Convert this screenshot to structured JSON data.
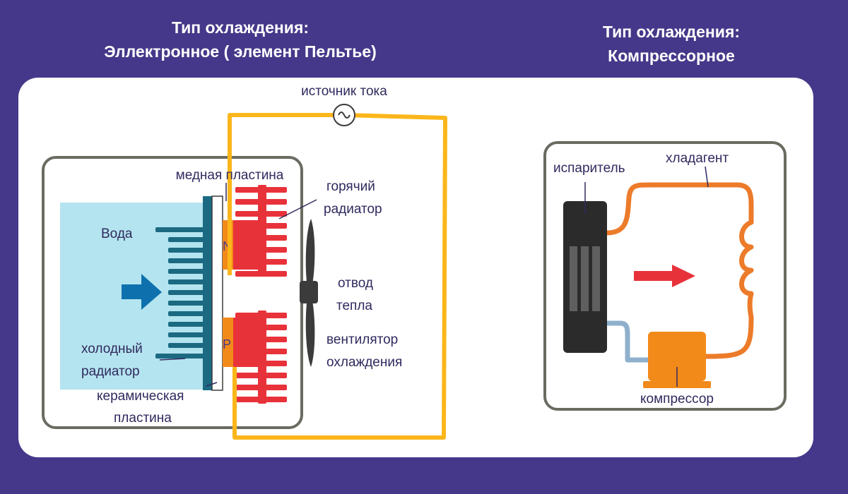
{
  "headings": {
    "left": {
      "line1": "Тип охлаждения:",
      "line2": "Эллектронное ( элемент Пельтье)"
    },
    "right": {
      "line1": "Тип охлаждения:",
      "line2": "Компрессорное"
    }
  },
  "peltier": {
    "power_source": "источник тока",
    "copper_plate": "медная пластина",
    "hot_radiator_1": "горячий",
    "hot_radiator_2": "радиатор",
    "water": "Вода",
    "n_label": "N",
    "p_label": "P",
    "heat_removal_1": "отвод",
    "heat_removal_2": "тепла",
    "fan_1": "вентилятор",
    "fan_2": "охлаждения",
    "cold_radiator_1": "холодный",
    "cold_radiator_2": "радиатор",
    "ceramic_1": "керамическая",
    "ceramic_2": "пластина"
  },
  "compressor_system": {
    "evaporator": "испаритель",
    "refrigerant": "хладагент",
    "compressor": "компрессор"
  },
  "colors": {
    "background": "#45388a",
    "circuit_wire": "#fbb61b",
    "hot_radiator": "#e8323a",
    "cold_radiator": "#1b6a82",
    "water": "#b4e4ef",
    "arrow_blue": "#0e71ad",
    "pn_element": "#f28a1a",
    "refrigerant_tube": "#ec7b2a",
    "cold_tube": "#8fb0cc",
    "evaporator": "#2b2b2b",
    "frame": "#6a6b61",
    "arrow_red": "#e8323a"
  }
}
